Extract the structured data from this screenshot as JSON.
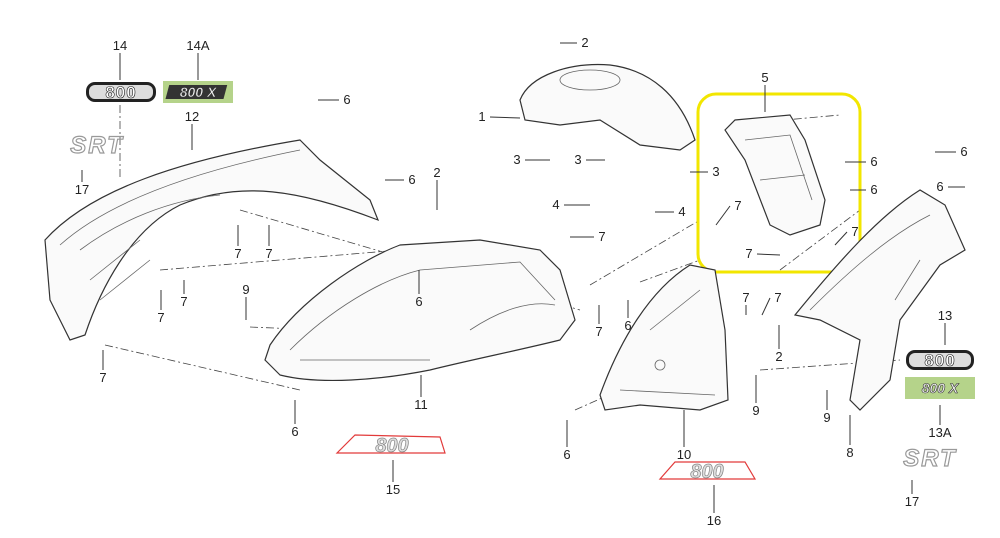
{
  "diagram": {
    "title": "Body panels exploded view",
    "callouts": [
      "14",
      "14A",
      "6",
      "12",
      "17",
      "2",
      "1",
      "5",
      "3",
      "3",
      "3",
      "6",
      "6",
      "6",
      "6",
      "4",
      "4",
      "7",
      "7",
      "7",
      "7",
      "7",
      "7",
      "2",
      "6",
      "6",
      "7",
      "7",
      "9",
      "7",
      "6",
      "7",
      "7",
      "2",
      "13",
      "13A",
      "17",
      "7",
      "11",
      "6",
      "9",
      "9",
      "8",
      "10",
      "6",
      "15",
      "16"
    ],
    "badges": {
      "badge_14": "800",
      "badge_14a": "800 X",
      "badge_13": "800",
      "badge_13a": "800 X",
      "srt_left": "SRT",
      "srt_right": "SRT",
      "decal_15": "800",
      "decal_16": "800"
    },
    "colors": {
      "highlight": "#f2e600",
      "badge_green": "#b5d38a",
      "decal_red": "#e23a3a"
    }
  }
}
